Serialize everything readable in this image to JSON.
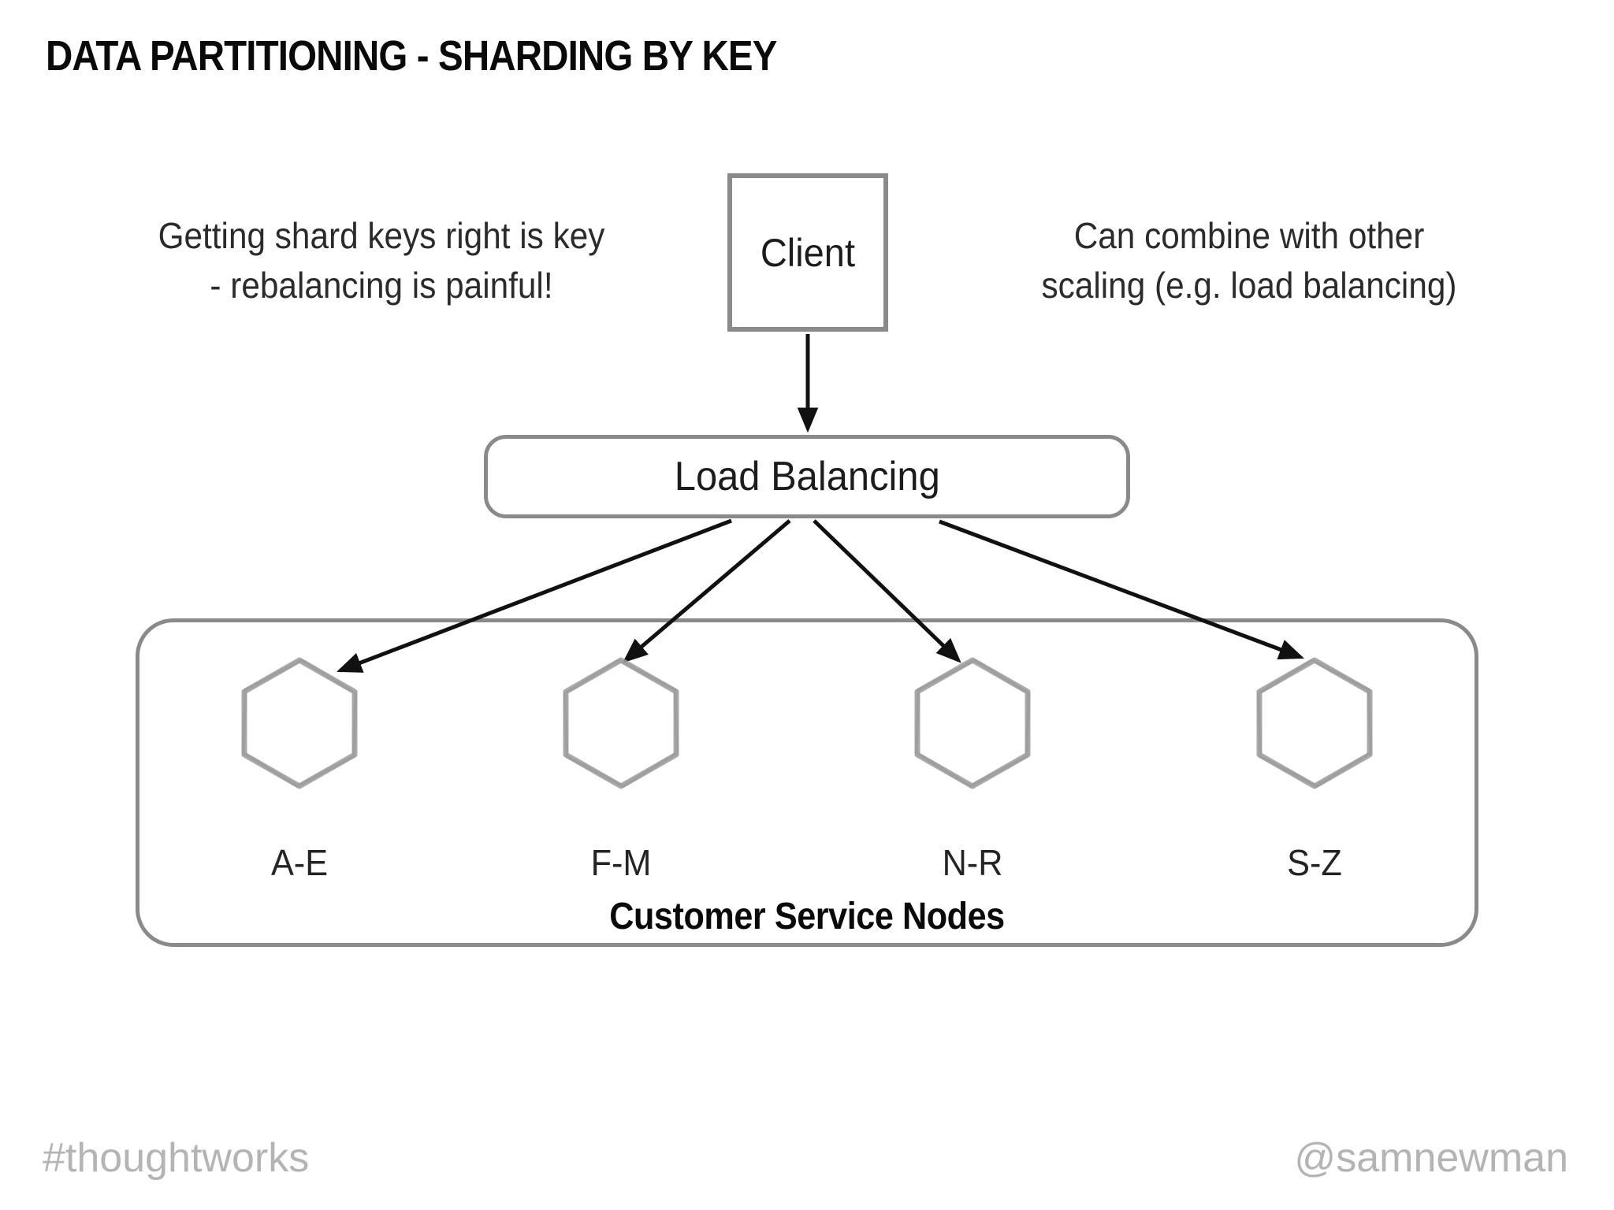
{
  "slide": {
    "title": "DATA PARTITIONING - SHARDING BY KEY",
    "notes": {
      "left": {
        "line1": "Getting shard keys right is key",
        "line2": "- rebalancing is painful!"
      },
      "right": {
        "line1": "Can combine with other",
        "line2": "scaling (e.g. load balancing)"
      }
    },
    "diagram": {
      "client_label": "Client",
      "load_balancer_label": "Load Balancing",
      "nodes_group_label": "Customer Service Nodes",
      "shards": [
        {
          "label": "A-E"
        },
        {
          "label": "F-M"
        },
        {
          "label": "N-R"
        },
        {
          "label": "S-Z"
        }
      ]
    },
    "footer": {
      "left": "#thoughtworks",
      "right": "@samnewman"
    },
    "colors": {
      "text_dark": "#2b2b2b",
      "border_gray": "#8a8a8a",
      "hexagon_gray": "#9b9b9b",
      "arrow_black": "#111111",
      "footer_gray": "#b4b4b4"
    }
  }
}
